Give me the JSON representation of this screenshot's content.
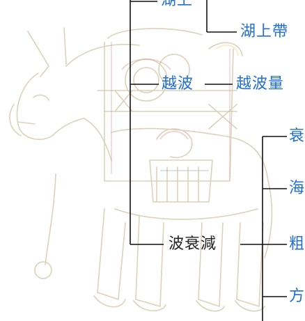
{
  "diagram": {
    "nodes": {
      "top": "湖上",
      "top_child": "湖上帶",
      "middle": "越波",
      "middle_child": "越波量",
      "bottom": "波衰減",
      "right_1": "衰",
      "right_2": "海",
      "right_3": "粗",
      "right_4": "方"
    }
  },
  "colors": {
    "label_blue": "#1f6fd6",
    "label_black": "#222222",
    "line": "#111111",
    "sketch": "#c9b896"
  }
}
